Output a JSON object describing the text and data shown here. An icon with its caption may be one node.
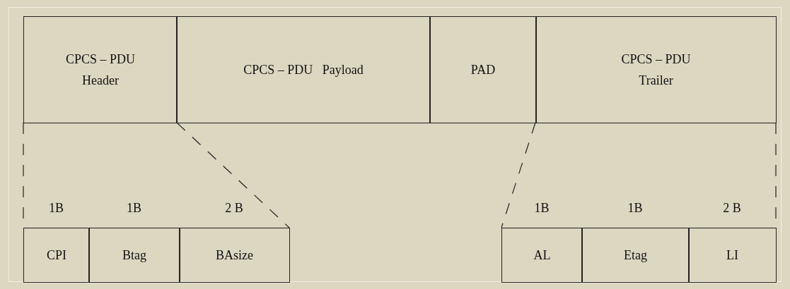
{
  "diagram": {
    "nodes": [
      {
        "text": [
          "CPCS – PDU Header"
        ]
      },
      {
        "text": [
          "CPCS – PDU   Payload"
        ]
      },
      {
        "text": [
          "PAD"
        ]
      },
      {
        "text": [
          "CPCS – PDU Trailer"
        ]
      },
      {
        "text": [
          "CPI"
        ],
        "beside": [
          "1B"
        ]
      },
      {
        "text": [
          "Btag"
        ],
        "beside": [
          "1B"
        ]
      },
      {
        "text": [
          "BAsize"
        ],
        "beside": [
          "2 B"
        ]
      },
      {
        "text": [
          "AL"
        ],
        "beside": [
          "1B"
        ]
      },
      {
        "text": [
          "Etag"
        ],
        "beside": [
          "1B"
        ]
      },
      {
        "text": [
          "LI"
        ],
        "beside": [
          "2 B"
        ]
      }
    ],
    "edges": [
      {
        "from": 0,
        "to": 4,
        "arrow": "none",
        "style": "dashed"
      },
      {
        "from": 0,
        "to": 6,
        "arrow": "none",
        "style": "dashed"
      },
      {
        "from": 3,
        "to": 7,
        "arrow": "none",
        "style": "dashed"
      },
      {
        "from": 3,
        "to": 9,
        "arrow": "none",
        "style": "dashed"
      }
    ]
  }
}
